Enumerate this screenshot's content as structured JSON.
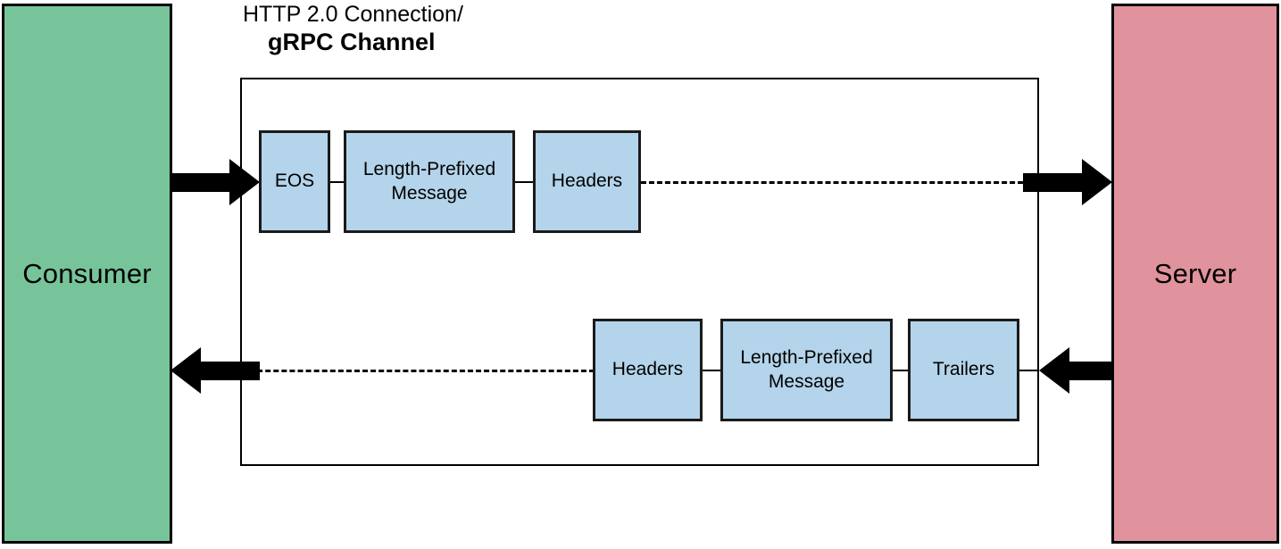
{
  "diagram": {
    "title_line1": "HTTP 2.0 Connection/",
    "title_line2": "gRPC Channel",
    "colors": {
      "consumer_fill": "#77c49b",
      "server_fill": "#e0939c",
      "frame_fill": "#b3d4ea",
      "stroke": "#000000"
    }
  },
  "endpoints": {
    "consumer": {
      "label": "Consumer"
    },
    "server": {
      "label": "Server"
    }
  },
  "request_flow": {
    "direction": "consumer-to-server",
    "frames": [
      {
        "label": "EOS"
      },
      {
        "label": "Length-Prefixed Message"
      },
      {
        "label": "Headers"
      }
    ]
  },
  "response_flow": {
    "direction": "server-to-consumer",
    "frames": [
      {
        "label": "Headers"
      },
      {
        "label": "Length-Prefixed Message"
      },
      {
        "label": "Trailers"
      }
    ]
  }
}
